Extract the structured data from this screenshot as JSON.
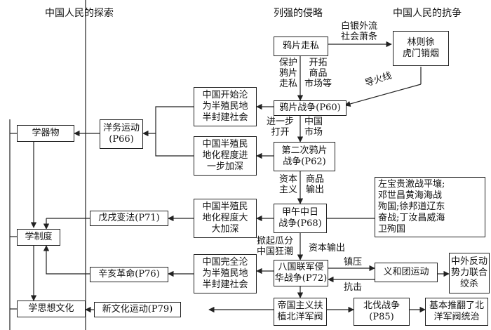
{
  "headers": {
    "explore": "中国人民的探索",
    "invasion": "列强的侵略",
    "resistance": "中国人民的抗争"
  },
  "boxes": {
    "opium_smuggling": "鸦片走私",
    "lin_zexu": "林则徐\n虎门销烟",
    "opium_war": "鸦片战争(P60)",
    "second_opium_war": "第二次鸦片\n战争(P62)",
    "sino_japanese_war": "甲午中日\n战争(P68)",
    "eight_nation": "八国联军侵\n华战争(P72)",
    "imperialism": "帝国主义扶\n植北洋军阀",
    "northern_expedition": "北伐战争\n(P85)",
    "overthrow": "基本推翻了北\n洋军阀统治",
    "semi_colonial_start": "中国开始沦\n为半殖民地\n半封建社会",
    "semi_colonial_deepen": "中国半殖民\n地化程度进\n一步加深",
    "semi_colonial_greatly": "中国半殖民\n地化程度大\n大加深",
    "semi_colonial_complete": "中国完全沦\n为半殖民地\n半封建社会",
    "westernization": "洋务运动\n(P66)",
    "reform_1898": "戊戌变法(P71)",
    "revolution_1911": "辛亥革命(P76)",
    "new_culture": "新文化运动(P79)",
    "learn_objects": "学器物",
    "learn_system": "学制度",
    "learn_thought": "学思想文化",
    "heroes": "左宝贵激战平壤;\n邓世昌黄海海战\n殉国;徐邦道辽东\n奋战;丁汝昌威海\n卫殉国",
    "boxer": "义和团运动",
    "joint_forces": "中外反动\n势力联合\n绞杀"
  },
  "labels": {
    "silver_outflow": "白银外流\n社会萧条",
    "protect_opium": "保护\n鸦片\n走私",
    "open_market": "开拓\n商品\n市场等",
    "fuse": "导火线",
    "further_open": "进一步\n打开",
    "china_market": "中国\n市场",
    "capital_output": "资本\n主义",
    "commodity_output": "商品\n输出",
    "partition": "掀起瓜分\n中国狂潮",
    "capital_export": "资本输出",
    "suppress": "镇压",
    "resist": "抗击"
  }
}
